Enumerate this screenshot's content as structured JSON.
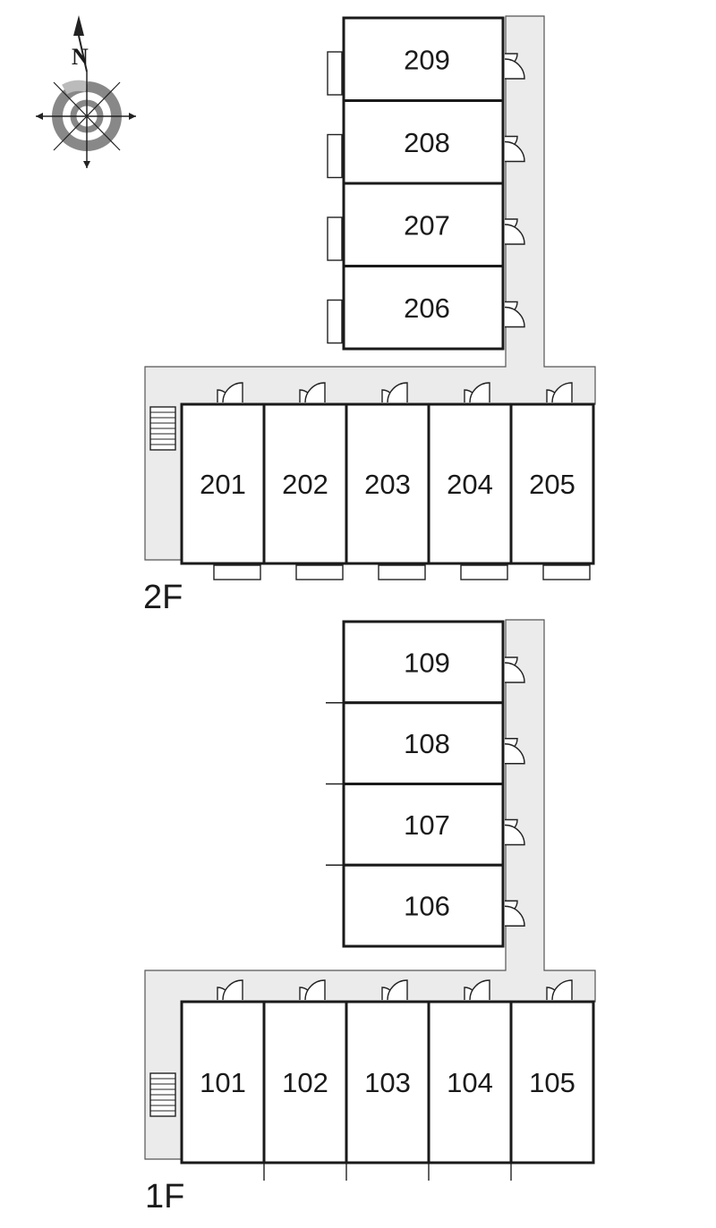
{
  "compass": {
    "label": "N"
  },
  "floors": [
    {
      "id": "2F",
      "label": "2F",
      "units_vertical": [
        "209",
        "208",
        "207",
        "206"
      ],
      "units_horizontal": [
        "201",
        "202",
        "203",
        "204",
        "205"
      ]
    },
    {
      "id": "1F",
      "label": "1F",
      "units_vertical": [
        "109",
        "108",
        "107",
        "106"
      ],
      "units_horizontal": [
        "101",
        "102",
        "103",
        "104",
        "105"
      ]
    }
  ],
  "colors": {
    "corridor": "#ebebeb",
    "wall": "#1a1a1a",
    "compass_ring": "#808080"
  }
}
